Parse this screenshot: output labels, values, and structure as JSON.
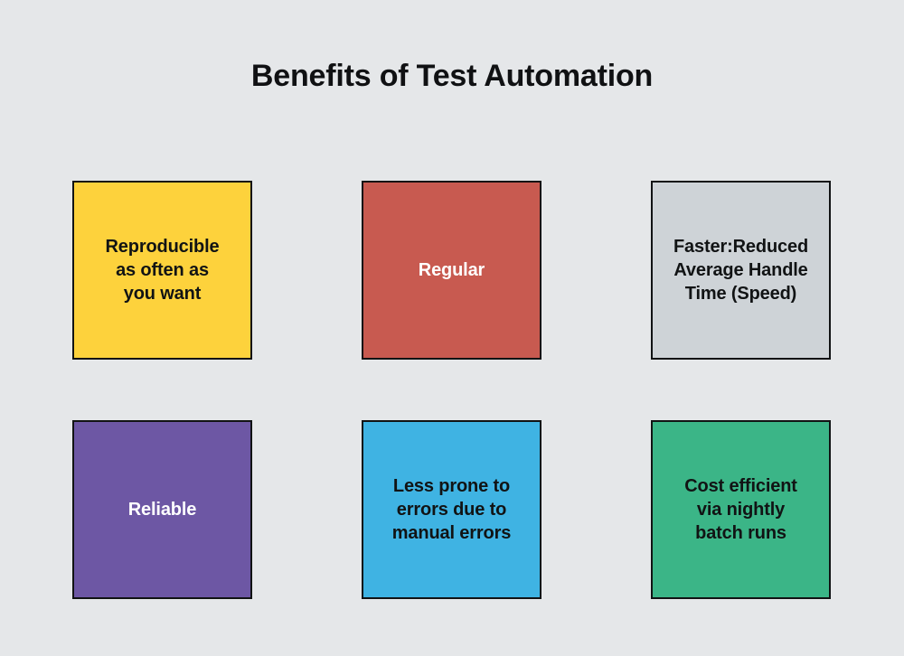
{
  "page": {
    "background_color": "#e5e7e9",
    "title": "Benefits of Test Automation",
    "title_color": "#101113"
  },
  "cards": [
    {
      "name": "reproducible",
      "label": "Reproducible\nas often as\nyou want",
      "fill_color": "#fdd23c",
      "text_color": "#111314",
      "border_color": "#111314",
      "row": 1,
      "column": 1
    },
    {
      "name": "regular",
      "label": "Regular",
      "fill_color": "#c85a50",
      "text_color": "#ffffff",
      "border_color": "#111314",
      "row": 1,
      "column": 2
    },
    {
      "name": "faster",
      "label": "Faster:Reduced\nAverage Handle\nTime (Speed)",
      "fill_color": "#ced3d7",
      "text_color": "#111314",
      "border_color": "#111314",
      "row": 1,
      "column": 3
    },
    {
      "name": "reliable",
      "label": "Reliable",
      "fill_color": "#6d57a4",
      "text_color": "#ffffff",
      "border_color": "#111314",
      "row": 2,
      "column": 1
    },
    {
      "name": "less-prone-to-errors",
      "label": "Less prone to\nerrors due to\nmanual errors",
      "fill_color": "#3fb3e3",
      "text_color": "#111314",
      "border_color": "#111314",
      "row": 2,
      "column": 2
    },
    {
      "name": "cost-efficient",
      "label": "Cost efficient\nvia nightly\nbatch runs",
      "fill_color": "#3bb587",
      "text_color": "#111314",
      "border_color": "#111314",
      "row": 2,
      "column": 3
    }
  ]
}
